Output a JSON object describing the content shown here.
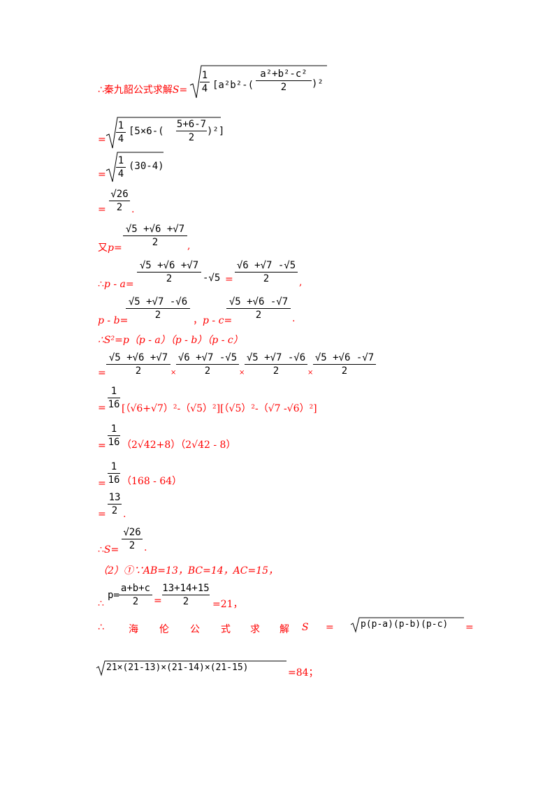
{
  "s1": {
    "prefix": "∴秦九韶公式求解",
    "var": "S",
    "eq": "=",
    "inner": "[a²b²-(",
    "num": "a²+b²-c²",
    "den": "2",
    "close": ")²",
    "quarter_num": "1",
    "quarter_den": "4"
  },
  "s2": {
    "eq": "=",
    "q_num": "1",
    "q_den": "4",
    "body": "[5×6-(",
    "num": "5+6-7",
    "den": "2",
    "close": ")²]"
  },
  "s3": {
    "eq": "=",
    "q_num": "1",
    "q_den": "4",
    "body": "(30-4)"
  },
  "s4": {
    "eq": "=",
    "num": "√26",
    "den": "2",
    "tail": "."
  },
  "p_def": {
    "prefix": "又",
    "var": "p",
    "eq": "=",
    "num": "√5 +√6 +√7",
    "den": "2",
    "tail": ","
  },
  "pa": {
    "prefix": "∴",
    "expr": "p - a",
    "eq": "=",
    "num": "√5 +√6 +√7",
    "den": "2",
    "minus": "-√5",
    "eq2": "=",
    "num2": "√6 +√7 -√5",
    "den2": "2",
    "tail": ","
  },
  "pb": {
    "expr": "p - b",
    "eq": "=",
    "num": "√5 +√7 -√6",
    "den": "2",
    "sep": "，",
    "expr2": "p - c",
    "eq2": "=",
    "num2": "√5 +√6 -√7",
    "den2": "2",
    "tail": "."
  },
  "s_sq": {
    "text": "∴S²=p（p - a）（p - b）（p - c）"
  },
  "prod": {
    "eq": "=",
    "fracs": [
      {
        "num": "√5 +√6 +√7",
        "den": "2"
      },
      {
        "num": "√6 +√7 -√5",
        "den": "2"
      },
      {
        "num": "√5 +√7 -√6",
        "den": "2"
      },
      {
        "num": "√5 +√6 -√7",
        "den": "2"
      }
    ],
    "times": "×"
  },
  "s5": {
    "eq": "=",
    "num": "1",
    "den": "16",
    "body": "[（√6+√7）²-（√5）²][（√5）²-（√7 -√6）²]"
  },
  "s6": {
    "eq": "=",
    "num": "1",
    "den": "16",
    "body": "（2√42+8）（2√42 - 8）"
  },
  "s7": {
    "eq": "=",
    "num": "1",
    "den": "16",
    "body": "（168 - 64）"
  },
  "s8": {
    "eq": "=",
    "num": "13",
    "den": "2",
    "tail": "."
  },
  "s9": {
    "prefix": "∴",
    "var": "S",
    "eq": "=",
    "num": "√26",
    "den": "2",
    "tail": "."
  },
  "part2": {
    "text": "（2）①∵AB=13，BC=14，AC=15，"
  },
  "p2": {
    "prefix": "∴",
    "p": "p=",
    "num": "a+b+c",
    "den": "2",
    "eq": "=",
    "num2": "13+14+15",
    "den2": "2",
    "result": "=21，"
  },
  "heron": {
    "chars": [
      "∴",
      "海",
      "伦",
      "公",
      "式",
      "求",
      "解",
      "S",
      "="
    ],
    "formula": "p(p-a)(p-b)(p-c)",
    "eq": "="
  },
  "final": {
    "formula": "21×(21-13)×(21-14)×(21-15)",
    "result": "=84；"
  }
}
